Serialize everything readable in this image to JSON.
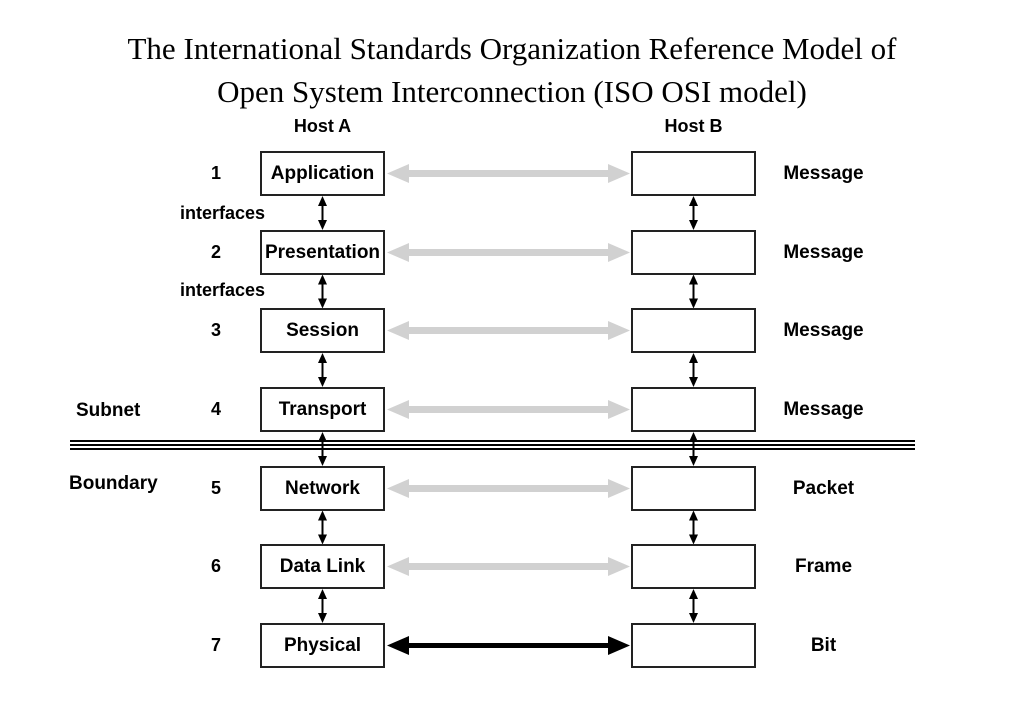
{
  "title": {
    "line1": "The International Standards Organization Reference Model of",
    "line2": "Open System Interconnection (ISO OSI model)"
  },
  "hosts": {
    "a": "Host A",
    "b": "Host B"
  },
  "layers": [
    {
      "number": "1",
      "name": "Application",
      "unit": "Message"
    },
    {
      "number": "2",
      "name": "Presentation",
      "unit": "Message"
    },
    {
      "number": "3",
      "name": "Session",
      "unit": "Message"
    },
    {
      "number": "4",
      "name": "Transport",
      "unit": "Message"
    },
    {
      "number": "5",
      "name": "Network",
      "unit": "Packet"
    },
    {
      "number": "6",
      "name": "Data Link",
      "unit": "Frame"
    },
    {
      "number": "7",
      "name": "Physical",
      "unit": "Bit"
    }
  ],
  "annotations": {
    "interface_top": "interfaces",
    "interface_bottom": "interfaces",
    "subnet": "Subnet",
    "boundary": "Boundary"
  },
  "colors": {
    "ink": "#000000",
    "box_border": "#222222",
    "peer_arrow_gray": "#d1d1d1",
    "physical_arrow_black": "#000000"
  }
}
